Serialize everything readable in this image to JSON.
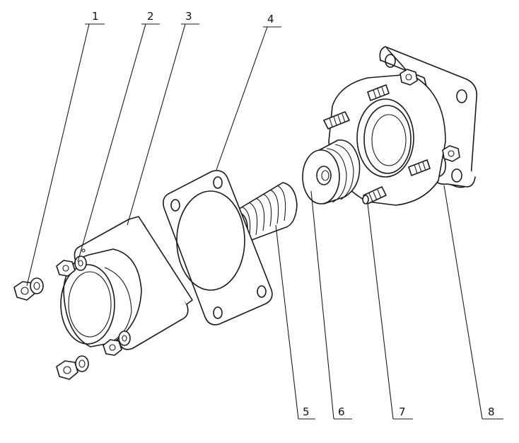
{
  "part_labels": [
    {
      "id": "1",
      "text": "1"
    },
    {
      "id": "2",
      "text": "2"
    },
    {
      "id": "3",
      "text": "3"
    },
    {
      "id": "4",
      "text": "4"
    },
    {
      "id": "5",
      "text": "5"
    },
    {
      "id": "6",
      "text": "6"
    },
    {
      "id": "7",
      "text": "7"
    },
    {
      "id": "8",
      "text": "8"
    }
  ],
  "colors": {
    "ink": "#1a1a1a",
    "paper": "#ffffff"
  }
}
